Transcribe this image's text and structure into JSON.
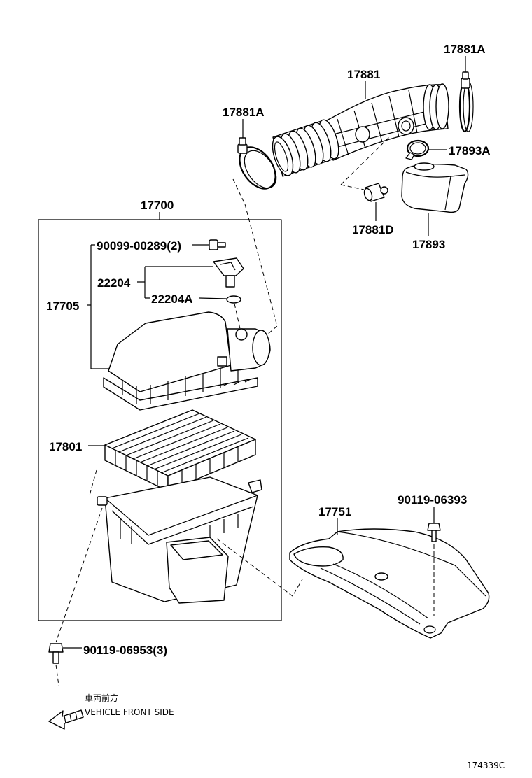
{
  "callouts": {
    "hose_clamp_top": "17881A",
    "intake_hose": "17881",
    "hose_clamp_left": "17881A",
    "clamp_17893a": "17893A",
    "part_17881d": "17881D",
    "resonator": "17893",
    "air_cleaner_assy": "17700",
    "screw_90099": "90099-00289(2)",
    "sensor_22204": "22204",
    "oring_22204a": "22204A",
    "cap_17705": "17705",
    "filter_17801": "17801",
    "duct_17751": "17751",
    "bolt_90119_06393": "90119-06393",
    "bolt_90119_06953": "90119-06953(3)"
  },
  "orientation": {
    "label_jp": "車両前方",
    "label_en": "VEHICLE FRONT SIDE",
    "icon": "arrow-left-icon"
  },
  "illustration_id": "174339C",
  "colors": {
    "ink": "#000000",
    "paper": "#ffffff"
  }
}
